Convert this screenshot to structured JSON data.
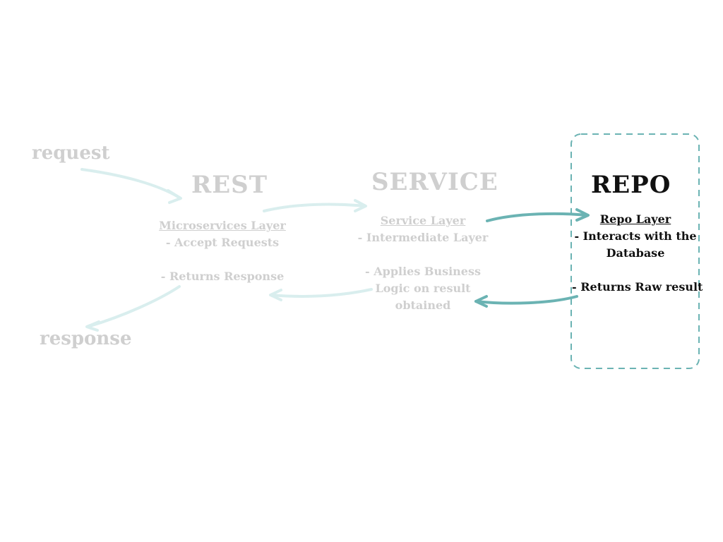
{
  "io": {
    "request": "request",
    "response": "response"
  },
  "rest": {
    "title": "REST",
    "heading": "Microservices Layer",
    "line1": "- Accept Requests",
    "line2": "- Returns Response"
  },
  "service": {
    "title": "SERVICE",
    "heading": "Service Layer",
    "line1": "- Intermediate Layer",
    "line2": "- Applies Business",
    "line3": "Logic on result",
    "line4": "obtained"
  },
  "repo": {
    "title": "REPO",
    "heading": "Repo Layer",
    "line1": "- Interacts with the",
    "line2": "Database",
    "line3": "- Returns Raw result"
  },
  "colors": {
    "faded_text": "#cfcfcf",
    "active_text": "#111111",
    "faded_arrow": "#d9eeee",
    "active_arrow": "#6bb3b3",
    "box_border": "#6bb3b3"
  }
}
